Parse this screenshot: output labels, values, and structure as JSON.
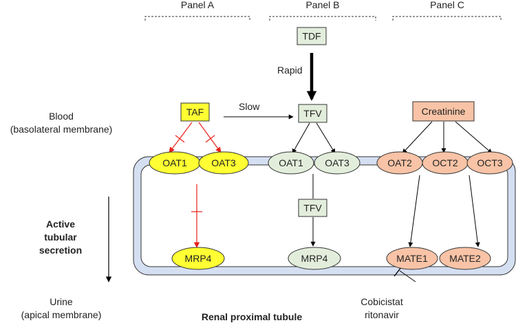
{
  "panels": {
    "a": "Panel A",
    "b": "Panel B",
    "c": "Panel C"
  },
  "left_labels": {
    "blood_line1": "Blood",
    "blood_line2": "(basolateral membrane)",
    "active_line1": "Active",
    "active_line2": "tubular",
    "active_line3": "secretion",
    "urine_line1": "Urine",
    "urine_line2": "(apical membrane)"
  },
  "footer_title": "Renal proximal tubule",
  "drugs": {
    "tdf": "TDF",
    "taf": "TAF",
    "tfv": "TFV",
    "tfv_cell": "TFV",
    "creatinine": "Creatinine"
  },
  "arrow_labels": {
    "rapid": "Rapid",
    "slow": "Slow"
  },
  "transporters": {
    "a_oat1": "OAT1",
    "a_oat3": "OAT3",
    "a_mrp4": "MRP4",
    "b_oat1": "OAT1",
    "b_oat3": "OAT3",
    "b_mrp4": "MRP4",
    "c_oat2": "OAT2",
    "c_oct2": "OCT2",
    "c_oct3": "OCT3",
    "c_mate1": "MATE1",
    "c_mate2": "MATE2"
  },
  "inhibitor": {
    "line1": "Cobicistat",
    "line2": "ritonavir"
  },
  "colors": {
    "yellow": "#ffff33",
    "green": "#e2eedb",
    "salmon": "#f8c3a6",
    "membrane": "#d5dff2",
    "red": "#e8201b"
  }
}
